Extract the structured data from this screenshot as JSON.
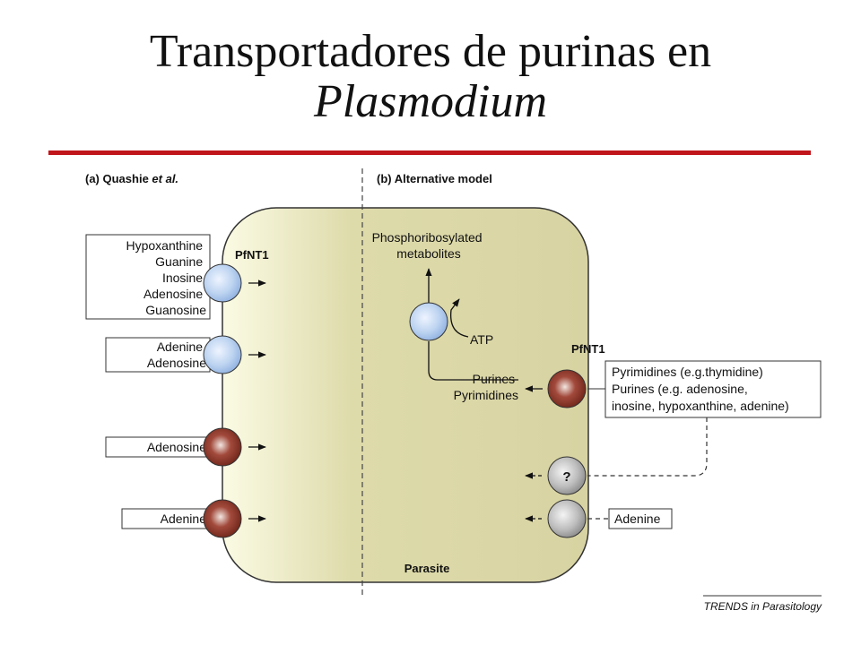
{
  "title": {
    "line1": "Transportadores de purinas en",
    "line2": "Plasmodium"
  },
  "colors": {
    "accent_rule": "#c0151b",
    "parasite_fill": "#dcd8a8",
    "blue_transporter": "#bcd3f0",
    "red_transporter": "#8e3a30",
    "grey_transporter": "#b9b9b9"
  },
  "panel_a": {
    "title_prefix": "(a) Quashie ",
    "title_italic": "et al.",
    "transporter_label": "PfNT1",
    "box1": [
      "Hypoxanthine",
      "Guanine",
      "Inosine",
      "Adenosine",
      "Guanosine"
    ],
    "box2": [
      "Adenine",
      "Adenosine"
    ],
    "box3": [
      "Adenosine"
    ],
    "box4": [
      "Adenine"
    ]
  },
  "panel_b": {
    "title": "(b) Alternative model",
    "metabolites": [
      "Phosphoribosylated",
      "metabolites"
    ],
    "atp": "ATP",
    "purines_pyr": [
      "Purines",
      "Pyrimidines"
    ],
    "transporter_label": "PfNT1",
    "pfnt1_box": [
      "Pyrimidines (e.g.thymidine)",
      "Purines (e.g. adenosine,",
      "inosine, hypoxanthine, adenine)"
    ],
    "question": "?",
    "adenine_box": "Adenine"
  },
  "parasite_label": "Parasite",
  "footer": "TRENDS in Parasitology"
}
